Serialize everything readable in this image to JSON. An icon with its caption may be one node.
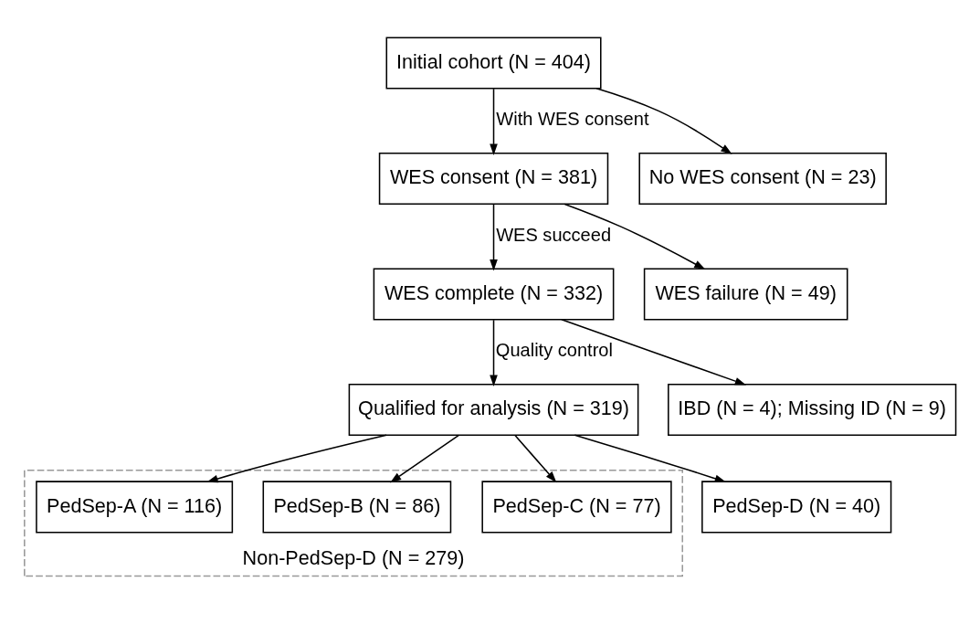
{
  "diagram": {
    "nodes": [
      {
        "text": [
          "Initial cohort (N = 404)"
        ]
      },
      {
        "text": [
          "No WES consent (N = 23)"
        ]
      },
      {
        "text": [
          "WES consent (N = 381)"
        ]
      },
      {
        "text": [
          "WES failure (N = 49)"
        ]
      },
      {
        "text": [
          "WES complete (N = 332)"
        ]
      },
      {
        "text": [
          "IBD (N = 4); Missing ID (N = 9)"
        ]
      },
      {
        "text": [
          "Qualified for analysis (N = 319)"
        ]
      },
      {
        "text": [
          "Non-PedSep-D (N = 279)"
        ]
      },
      {
        "text": [
          "PedSep-A (N = 116)"
        ],
        "in": 7
      },
      {
        "text": [
          "PedSep-B (N = 86)"
        ],
        "in": 7
      },
      {
        "text": [
          "PedSep-C (N = 77)"
        ],
        "in": 7
      },
      {
        "text": [
          "PedSep-D (N = 40)"
        ]
      }
    ],
    "edges": [
      {
        "from": 0,
        "to": 2,
        "arrow": "to",
        "label": "With WES consent"
      },
      {
        "from": 0,
        "to": 1,
        "arrow": "to"
      },
      {
        "from": 2,
        "to": 4,
        "arrow": "to",
        "label": "WES succeed"
      },
      {
        "from": 2,
        "to": 3,
        "arrow": "to"
      },
      {
        "from": 4,
        "to": 6,
        "arrow": "to",
        "label": "Quality control"
      },
      {
        "from": 4,
        "to": 5,
        "arrow": "to"
      },
      {
        "from": 6,
        "to": 8,
        "arrow": "to"
      },
      {
        "from": 6,
        "to": 9,
        "arrow": "to"
      },
      {
        "from": 6,
        "to": 10,
        "arrow": "to"
      },
      {
        "from": 6,
        "to": 11,
        "arrow": "to"
      }
    ]
  }
}
